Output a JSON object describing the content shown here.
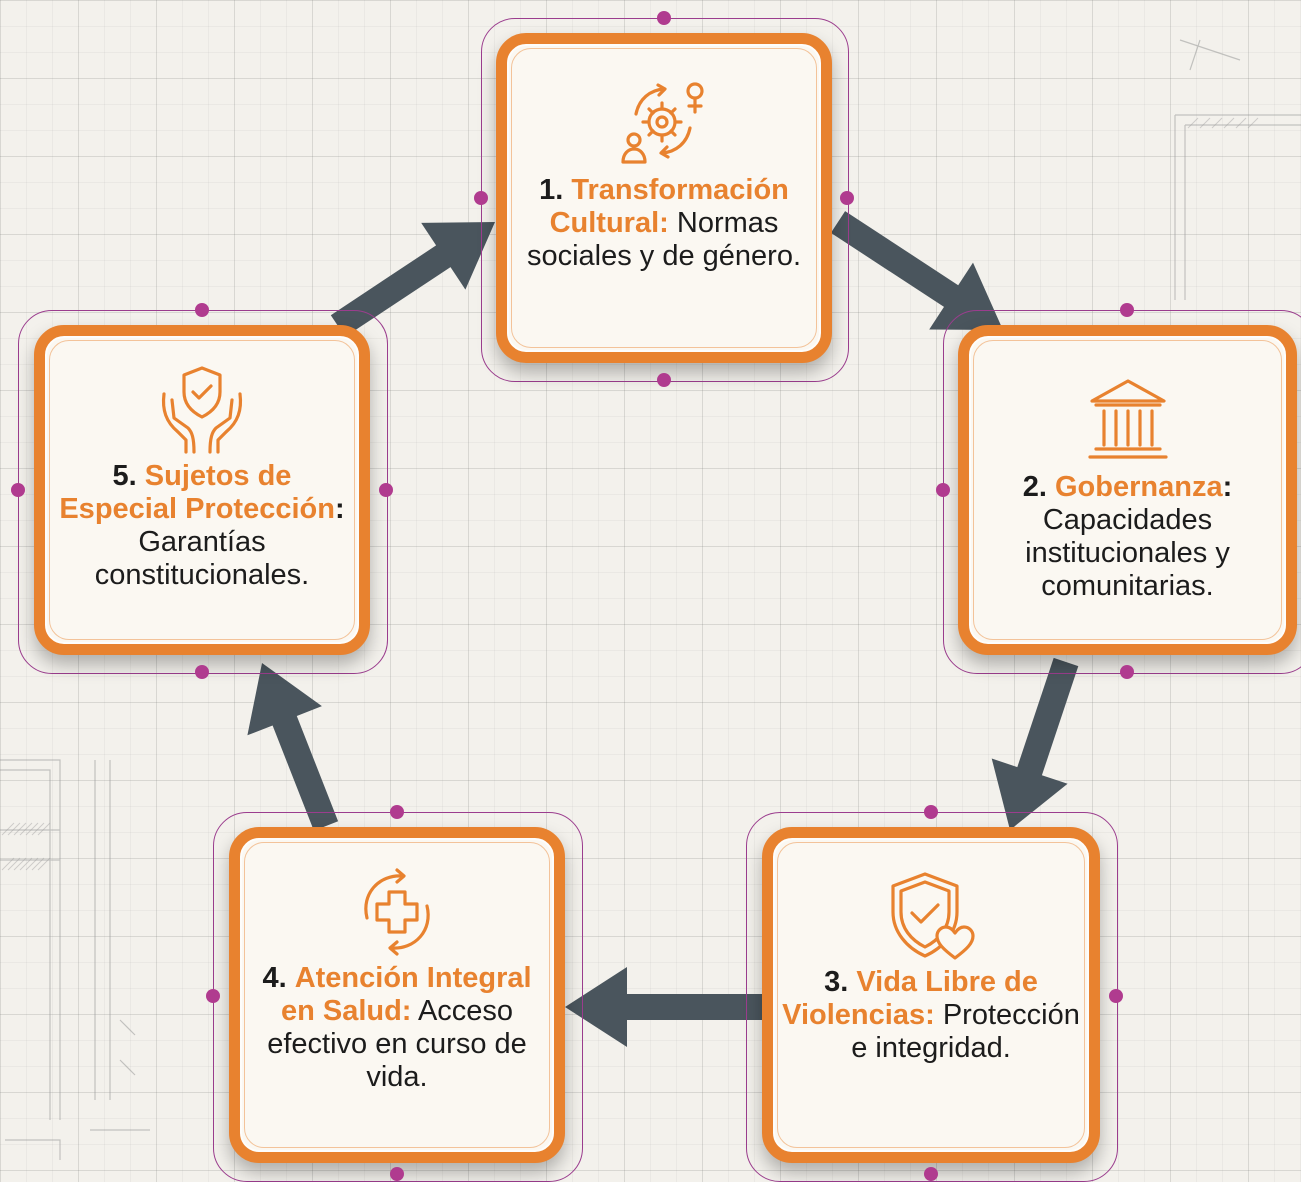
{
  "colors": {
    "accent_orange": "#e8822f",
    "arrow_slate": "#4a555d",
    "frame_magenta": "#9b3d8e",
    "dot_magenta": "#b03b8f",
    "background": "#f3f1ec"
  },
  "nodes": [
    {
      "number": "1.",
      "title": "Transformación Cultural:",
      "description": "Normas sociales y de género.",
      "icon": "cycle-gear-gender-icon"
    },
    {
      "number": "2.",
      "title": "Gobernanza",
      "suffix": ":",
      "description": "Capacidades institucionales y comunitarias.",
      "icon": "institution-building-icon"
    },
    {
      "number": "3.",
      "title": "Vida Libre de Violencias:",
      "description": "Protección e integridad.",
      "icon": "shield-check-heart-icon"
    },
    {
      "number": "4.",
      "title": "Atención Integral en Salud:",
      "description": "Acceso efectivo en curso de vida.",
      "icon": "medical-cross-cycle-icon"
    },
    {
      "number": "5.",
      "title": "Sujetos de Especial Protección",
      "suffix": ":",
      "description": "Garantías constitucionales.",
      "icon": "hands-shield-icon"
    }
  ],
  "flow": [
    {
      "from": 1,
      "to": 2
    },
    {
      "from": 2,
      "to": 3
    },
    {
      "from": 3,
      "to": 4
    },
    {
      "from": 4,
      "to": 5
    },
    {
      "from": 5,
      "to": 1
    }
  ]
}
